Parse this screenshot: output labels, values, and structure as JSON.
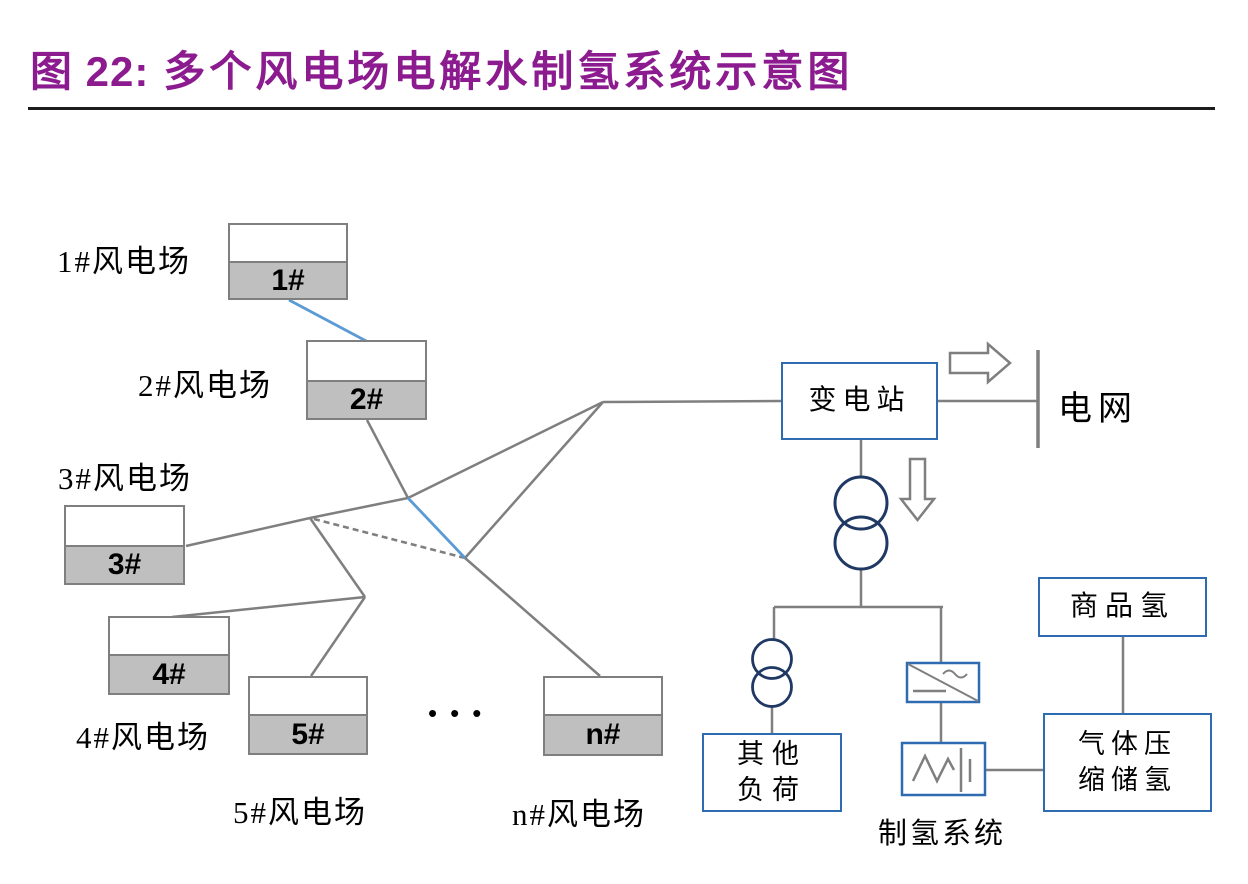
{
  "header": {
    "figure_label": "图 22:",
    "title": "多个风电场电解水制氢系统示意图"
  },
  "farms": [
    {
      "tag": "1#",
      "label": "1#风电场"
    },
    {
      "tag": "2#",
      "label": "2#风电场"
    },
    {
      "tag": "3#",
      "label": "3#风电场"
    },
    {
      "tag": "4#",
      "label": "4#风电场"
    },
    {
      "tag": "5#",
      "label": "5#风电场"
    },
    {
      "tag": "n#",
      "label": "n#风电场"
    }
  ],
  "ellipsis": "•••",
  "nodes": {
    "substation": "变电站",
    "grid": "电网",
    "other_load": [
      "其他",
      "负荷"
    ],
    "hydrogen_system": "制氢系统",
    "gas_storage": [
      "气体压",
      "缩储氢"
    ],
    "commodity_hydrogen": "商品氢"
  },
  "icons": {
    "transformer_main": "two-overlapping-circles",
    "transformer_load": "two-overlapping-circles",
    "acdc_converter": "rectifier-box-diagonal-ac-dc",
    "electrolyzer": "electrolysis-cell-zigzag-electrodes",
    "flow_arrow_right": "hollow-right-arrow",
    "flow_arrow_down": "hollow-down-arrow",
    "grid_busbar": "vertical-bar"
  },
  "colors": {
    "title_purple": "#8b1b8f",
    "system_box_border": "#2e6bb0",
    "transformer_navy": "#1f3864",
    "wire_gray": "#7f7f7f",
    "farm_fill_gray": "#bfbfbf",
    "highlight_blue_line": "#5b9bd5"
  }
}
